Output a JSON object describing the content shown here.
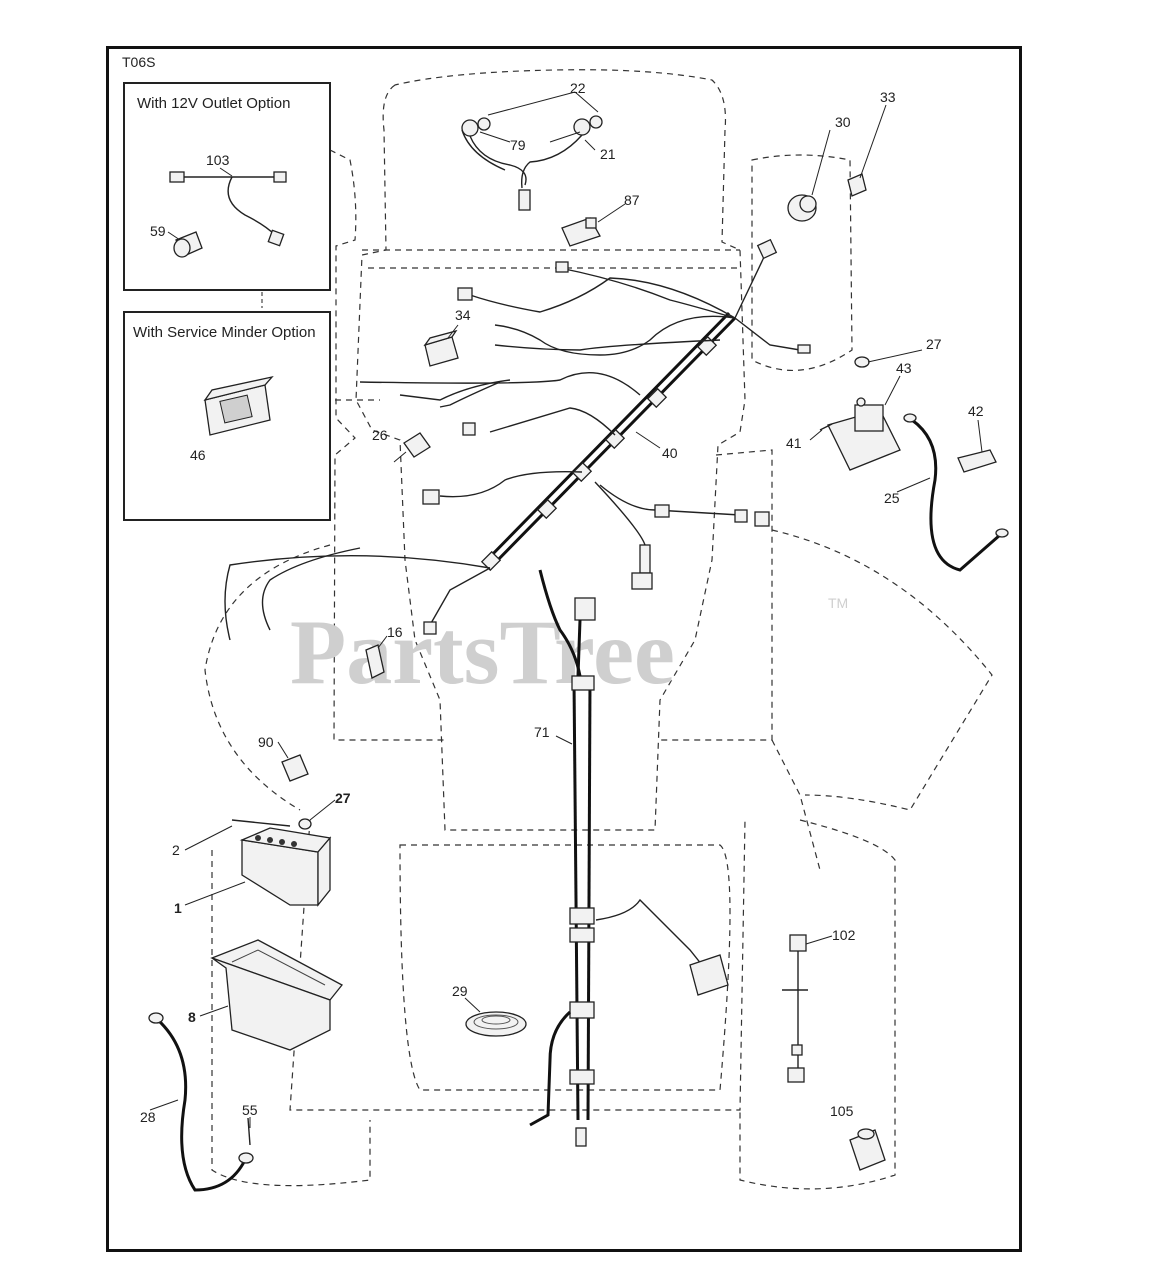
{
  "diagram_code": "T06S",
  "insets": {
    "outlet": {
      "title": "With 12V Outlet Option"
    },
    "minder": {
      "title": "With Service Minder Option"
    }
  },
  "watermark": {
    "logo_text": "PartsTree",
    "trademark": "TM"
  },
  "callouts": {
    "c1": "1",
    "c2": "2",
    "c8": "8",
    "c16": "16",
    "c21": "21",
    "c22": "22",
    "c25": "25",
    "c26": "26",
    "c27a": "27",
    "c27b": "27",
    "c28": "28",
    "c29": "29",
    "c30": "30",
    "c33": "33",
    "c34": "34",
    "c40": "40",
    "c41": "41",
    "c42": "42",
    "c43": "43",
    "c46": "46",
    "c55": "55",
    "c59": "59",
    "c71": "71",
    "c79": "79",
    "c87": "87",
    "c90": "90",
    "c102": "102",
    "c103": "103",
    "c105": "105"
  }
}
